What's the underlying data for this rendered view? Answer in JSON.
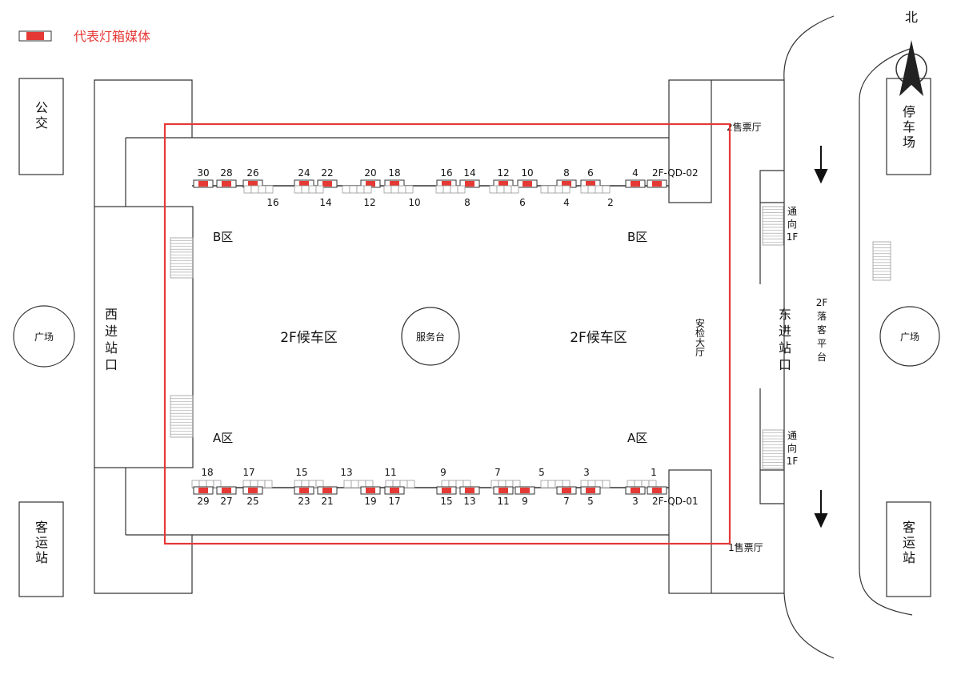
{
  "legend": {
    "text": "代表灯箱媒体",
    "color": "#e53935"
  },
  "compass": {
    "label": "北"
  },
  "colors": {
    "media": "#e53935",
    "outline": "#333333",
    "highlight": "#e53935"
  },
  "labels": {
    "bus": "公交",
    "coach_left": "客运站",
    "coach_right": "客运站",
    "parking": "停车场",
    "plaza_left": "广场",
    "plaza_right": "广场",
    "west_entrance": "西进站口",
    "east_entrance": "东进站口",
    "waiting_left": "2F候车区",
    "waiting_right": "2F候车区",
    "service_desk": "服务台",
    "security_hall": "安检大厅",
    "ticket_2f": "2售票厅",
    "ticket_1f": "1售票厅",
    "to_1f": "通向1F",
    "drop_off": "2F落客平台",
    "zone_b": "B区",
    "zone_a": "A区",
    "qd_north": "2F-QD-02",
    "qd_south": "2F-QD-01"
  },
  "north_row": {
    "top_numbers": [
      "30",
      "28",
      "26",
      "24",
      "22",
      "20",
      "18",
      "16",
      "14",
      "12",
      "10",
      "8",
      "6",
      "4"
    ],
    "bottom_numbers": [
      "16",
      "14",
      "12",
      "10",
      "8",
      "6",
      "4",
      "2"
    ]
  },
  "south_row": {
    "top_numbers": [
      "18",
      "17",
      "15",
      "13",
      "11",
      "9",
      "7",
      "5",
      "3",
      "1"
    ],
    "bottom_numbers": [
      "29",
      "27",
      "25",
      "23",
      "21",
      "19",
      "17",
      "15",
      "13",
      "11",
      "9",
      "7",
      "5",
      "3"
    ]
  }
}
